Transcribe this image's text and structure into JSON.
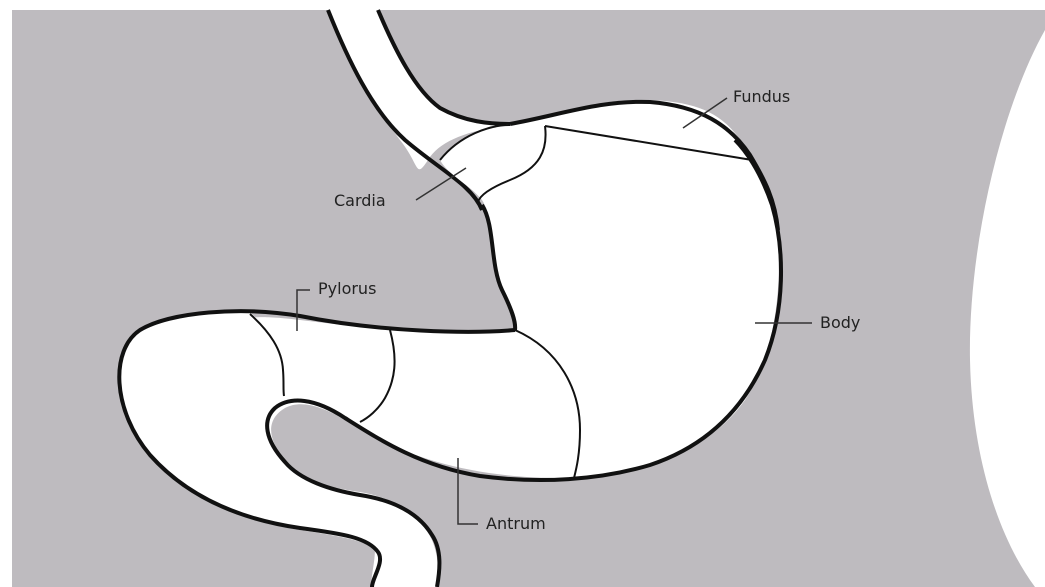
{
  "diagram": {
    "labels": {
      "fundus": "Fundus",
      "cardia": "Cardia",
      "pylorus": "Pylorus",
      "body": "Body",
      "antrum": "Antrum"
    },
    "colors": {
      "background": "#bebbbf",
      "organ_fill": "#ffffff",
      "outline": "#111111",
      "page": "#ffffff"
    }
  }
}
